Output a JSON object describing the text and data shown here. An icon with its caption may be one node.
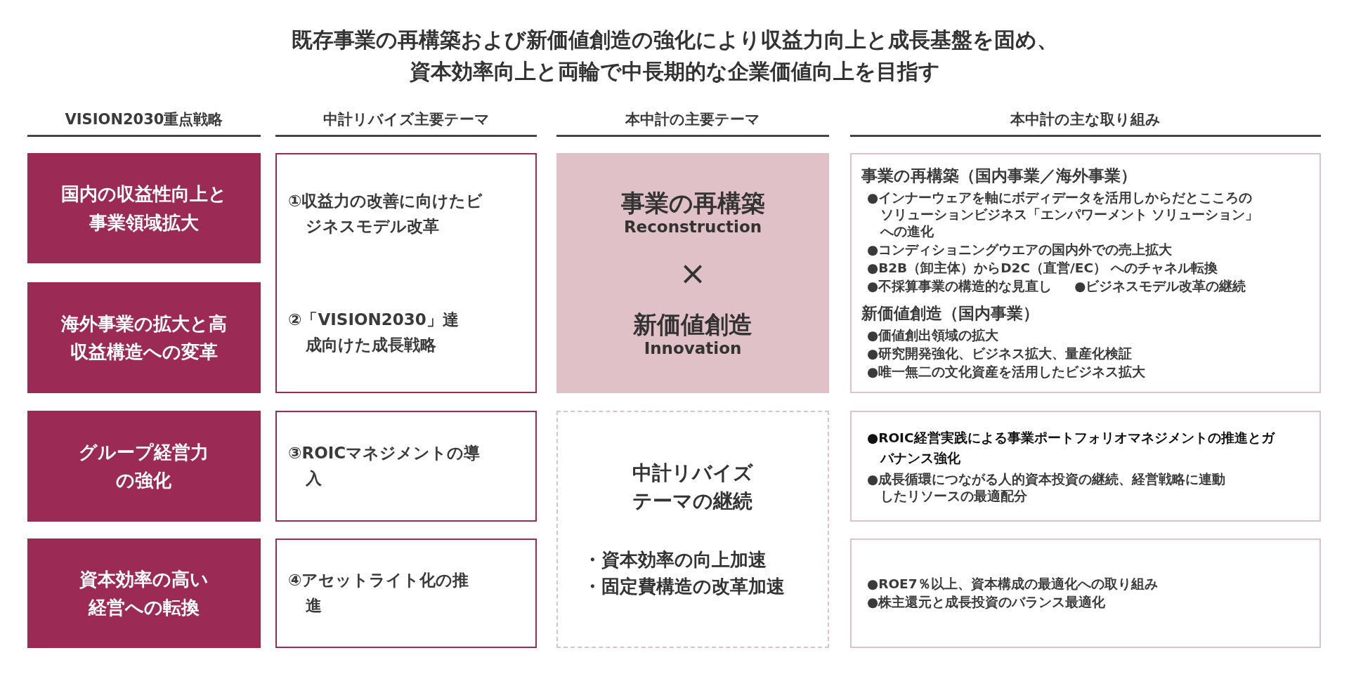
{
  "diagram": {
    "title": "**既存事業の再構築**および**新価値創造の強化**により収益力向上と成長基盤を固め、**資本効率向上**と両輪で中長期的な企業価値向上を目指す",
    "nodes": [
      {
        "text": [
          "国内の収益性向上と事業領域拡大"
        ]
      },
      {
        "text": [
          "海外事業の拡大と高収益構造への変革"
        ]
      },
      {
        "text": [
          "グループ経営力の強化"
        ]
      },
      {
        "text": [
          "資本効率の高い経営への転換"
        ]
      },
      {
        "text": [
          "①収益力の改善に向けたビジネスモデル改革",
          "②「VISION2030」達成向けた成長戦略"
        ]
      },
      {
        "text": [
          "③ROICマネジメントの導入"
        ]
      },
      {
        "text": [
          "④アセットライト化の推進"
        ]
      },
      {
        "text": [
          "事業の再構築",
          "Reconstruction",
          "×",
          "新価値創造",
          "Innovation"
        ]
      },
      {
        "text": [
          "中計リバイズテーマの継続",
          "・資本効率の向上加速",
          "・固定費構造の改革加速"
        ]
      },
      {
        "text": [
          "事業の再構築（国内事業／海外事業）",
          "●インナーウェアを軸にボディデータを活用しからだとこころのソリューションビジネス「エンパワーメント ソリューション」への進化",
          "●コンディショニングウエアの国内外での売上拡大",
          "●B2B（卸主体）からD2C（直営/EC） へのチャネル転換",
          "●不採算事業の構造的な見直し",
          "●ビジネスモデル改革の継続",
          "新価値創造（国内事業）",
          "●価値創出領域の拡大",
          "●研究開発強化、ビジネス拡大、量産化検証",
          "●唯一無二の文化資産を活用したビジネス拡大"
        ]
      },
      {
        "text": [
          "●ROIC経営実践による事業ポートフォリオマネジメントの推進とガバナンス強化",
          "●成長循環につながる人的資本投資の継続、経営戦略に連動したリソースの最適配分"
        ]
      },
      {
        "text": [
          "●ROE7％以上、資本構成の最適化への取り組み",
          "●株主還元と成長投資のバランス最適化"
        ]
      }
    ],
    "labels": [
      "VISION2030重点戦略",
      "中計リバイズ主要テーマ",
      "本中計の主要テーマ",
      "本中計の主な取り組み"
    ]
  }
}
